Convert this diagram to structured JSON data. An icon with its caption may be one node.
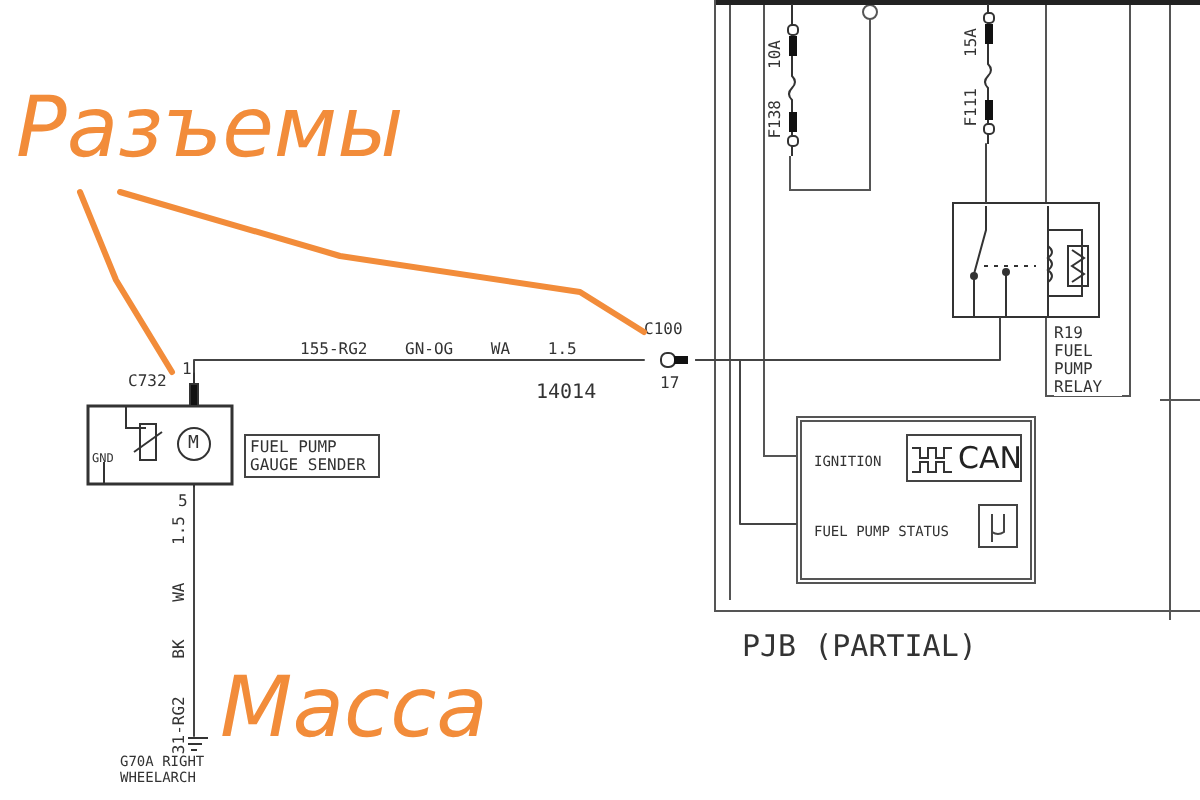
{
  "diagram": {
    "nodes": [
      {
        "text": [
          "Разъемы"
        ]
      },
      {
        "text": [
          "PJB (PARTIAL)"
        ]
      },
      {
        "text": [
          "F138",
          "10A"
        ],
        "in": 1
      },
      {
        "text": [
          "F111",
          "15A"
        ],
        "in": 1
      },
      {
        "text": [],
        "shape": "box",
        "in": 1,
        "beside": [
          "R19 FUEL PUMP RELAY"
        ]
      },
      {
        "text": [
          "C732",
          "GND",
          "M"
        ],
        "beside": [
          "FUEL PUMP GAUGE SENDER"
        ]
      },
      {
        "text": [
          "C100"
        ],
        "beside": [
          "17"
        ]
      },
      {
        "text": [
          "IGNITION",
          "CAN",
          "FUEL PUMP STATUS"
        ],
        "in": 1
      },
      {
        "text": [
          "G70A RIGHT WHEELARCH"
        ]
      }
    ],
    "edges": [
      {
        "from": 0,
        "to": 5,
        "arrow": "none",
        "style": "thick",
        "color": "#f28c3a"
      },
      {
        "from": 0,
        "to": 6,
        "arrow": "none",
        "style": "thick",
        "color": "#f28c3a"
      },
      {
        "from": 5,
        "to": 6,
        "arrow": "none",
        "label": "155-RG2 GN-OG WA 1.5"
      },
      {
        "from": 5,
        "to": 8,
        "arrow": "none",
        "label": "31-RG2 BK WA 1.5"
      },
      {
        "from": 6,
        "to": 4,
        "arrow": "none"
      },
      {
        "from": 6,
        "to": 7,
        "arrow": "none"
      },
      {
        "from": 3,
        "to": 4,
        "arrow": "none"
      }
    ],
    "labels": [
      "1",
      "14014",
      "5",
      "Масса"
    ]
  }
}
